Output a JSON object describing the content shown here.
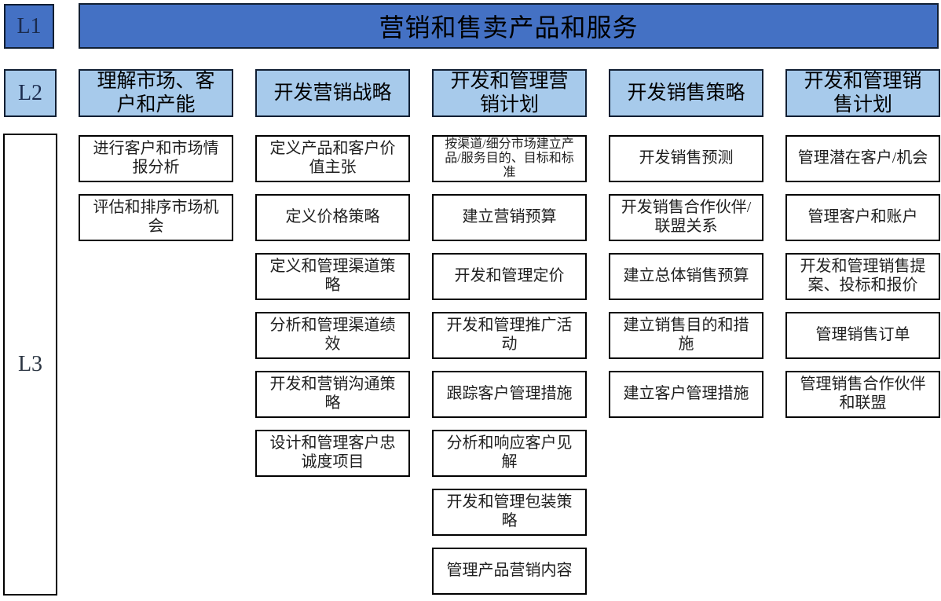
{
  "levels": {
    "l1": "L1",
    "l2": "L2",
    "l3": "L3"
  },
  "l1_title": "营销和售卖产品和服务",
  "columns": [
    {
      "header": "理解市场、客户和产能",
      "items": [
        "进行客户和市场情报分析",
        "评估和排序市场机会"
      ]
    },
    {
      "header": "开发营销战略",
      "items": [
        "定义产品和客户价值主张",
        "定义价格策略",
        "定义和管理渠道策略",
        "分析和管理渠道绩效",
        "开发和营销沟通策略",
        "设计和管理客户忠诚度项目"
      ]
    },
    {
      "header": "开发和管理营销计划",
      "items": [
        "按渠道/细分市场建立产品/服务目的、目标和标准",
        "建立营销预算",
        "开发和管理定价",
        "开发和管理推广活动",
        "跟踪客户管理措施",
        "分析和响应客户见解",
        "开发和管理包装策略",
        "管理产品营销内容"
      ]
    },
    {
      "header": "开发销售策略",
      "items": [
        "开发销售预测",
        "开发销售合作伙伴/联盟关系",
        "建立总体销售预算",
        "建立销售目的和措施",
        "建立客户管理措施"
      ]
    },
    {
      "header": "开发和管理销售计划",
      "items": [
        "管理潜在客户/机会",
        "管理客户和账户",
        "开发和管理销售提案、投标和报价",
        "管理销售订单",
        "管理销售合作伙伴和联盟"
      ]
    }
  ],
  "colors": {
    "l1_fill": "#4471C4",
    "l2_fill": "#A7CAEB",
    "dark_border": "#111F33",
    "item_border": "#000000",
    "title_text": "#000000",
    "label_text": "#1B2B4D"
  }
}
